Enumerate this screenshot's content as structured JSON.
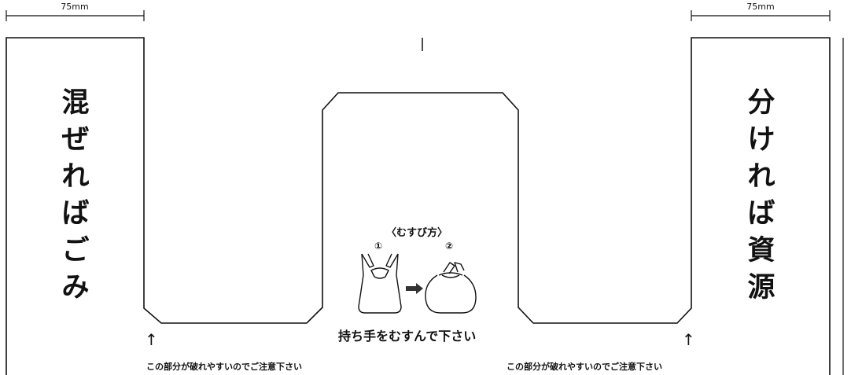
{
  "dimensions": {
    "left_width": "75mm",
    "right_width": "75mm"
  },
  "left_panel": {
    "chars": [
      "混",
      "ぜ",
      "れ",
      "ば",
      "ご",
      "み"
    ]
  },
  "right_panel": {
    "chars": [
      "分",
      "け",
      "れ",
      "ば",
      "資",
      "源"
    ]
  },
  "howto": {
    "title": "〈むすび方〉",
    "step1": "①",
    "step2": "②",
    "instruction": "持ち手をむすんで下さい"
  },
  "cautions": {
    "left": "この部分が破れやすいのでご注意下さい",
    "right": "この部分が破れやすいのでご注意下さい"
  }
}
